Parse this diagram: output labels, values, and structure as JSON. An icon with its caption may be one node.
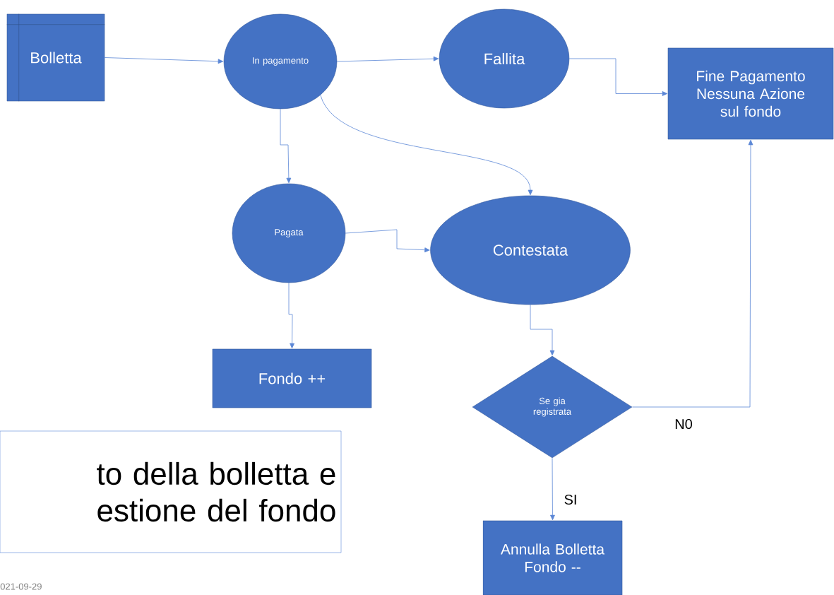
{
  "diagram": {
    "nodes": [
      {
        "text": [
          "Bolletta"
        ]
      },
      {
        "text": [
          "In pagamento"
        ]
      },
      {
        "text": [
          "Fallita"
        ]
      },
      {
        "text": [
          "Fine Pagamento Nessuna Azione sul fondo"
        ]
      },
      {
        "text": [
          "Pagata"
        ]
      },
      {
        "text": [
          "Contestata"
        ]
      },
      {
        "text": [
          "Fondo ++"
        ]
      },
      {
        "text": [
          "Se gia registrata"
        ]
      },
      {
        "text": [
          "Annulla Bolletta Fondo --"
        ]
      },
      {
        "text": [
          "to della bolletta e estione del fondo"
        ]
      }
    ],
    "edges": [
      {
        "from": 0,
        "to": 1,
        "arrow": "to"
      },
      {
        "from": 1,
        "to": 2,
        "arrow": "to"
      },
      {
        "from": 2,
        "to": 3,
        "arrow": "to"
      },
      {
        "from": 1,
        "to": 4,
        "arrow": "to"
      },
      {
        "from": 1,
        "to": 5,
        "arrow": "to"
      },
      {
        "from": 4,
        "to": 5,
        "arrow": "to"
      },
      {
        "from": 4,
        "to": 6,
        "arrow": "to"
      },
      {
        "from": 5,
        "to": 7,
        "arrow": "to"
      },
      {
        "from": 7,
        "to": 3,
        "arrow": "to",
        "label": "N0"
      },
      {
        "from": 7,
        "to": 8,
        "arrow": "to",
        "label": "SI"
      }
    ],
    "labels": [
      "021-09-29"
    ]
  }
}
